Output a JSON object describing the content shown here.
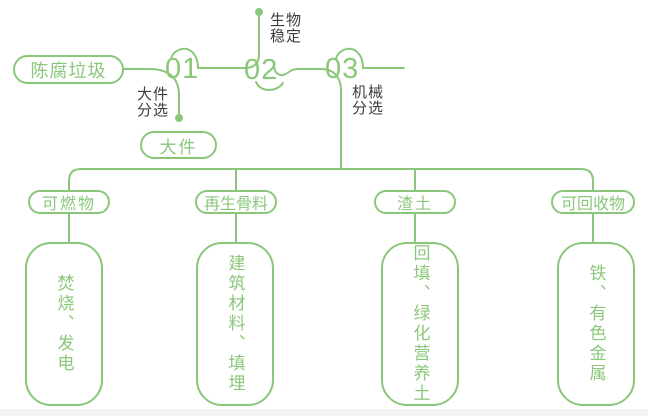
{
  "colors": {
    "line_green": "#8bc77a",
    "label_gray": "#3d3d3d",
    "background": "#ffffff"
  },
  "flow": {
    "source": "陈腐垃圾",
    "steps": [
      {
        "number": "01",
        "process_line1": "大件",
        "process_line2": "分选",
        "output": "大件"
      },
      {
        "number": "02",
        "process_line1": "生物",
        "process_line2": "稳定"
      },
      {
        "number": "03",
        "process_line1": "机械",
        "process_line2": "分选"
      }
    ]
  },
  "branches": [
    {
      "category": "可燃物",
      "use": "焚烧、发电"
    },
    {
      "category": "再生骨料",
      "use": "建筑材料、填埋"
    },
    {
      "category": "渣土",
      "use": "回填、绿化营养土"
    },
    {
      "category": "可回收物",
      "use": "铁、有色金属"
    }
  ]
}
